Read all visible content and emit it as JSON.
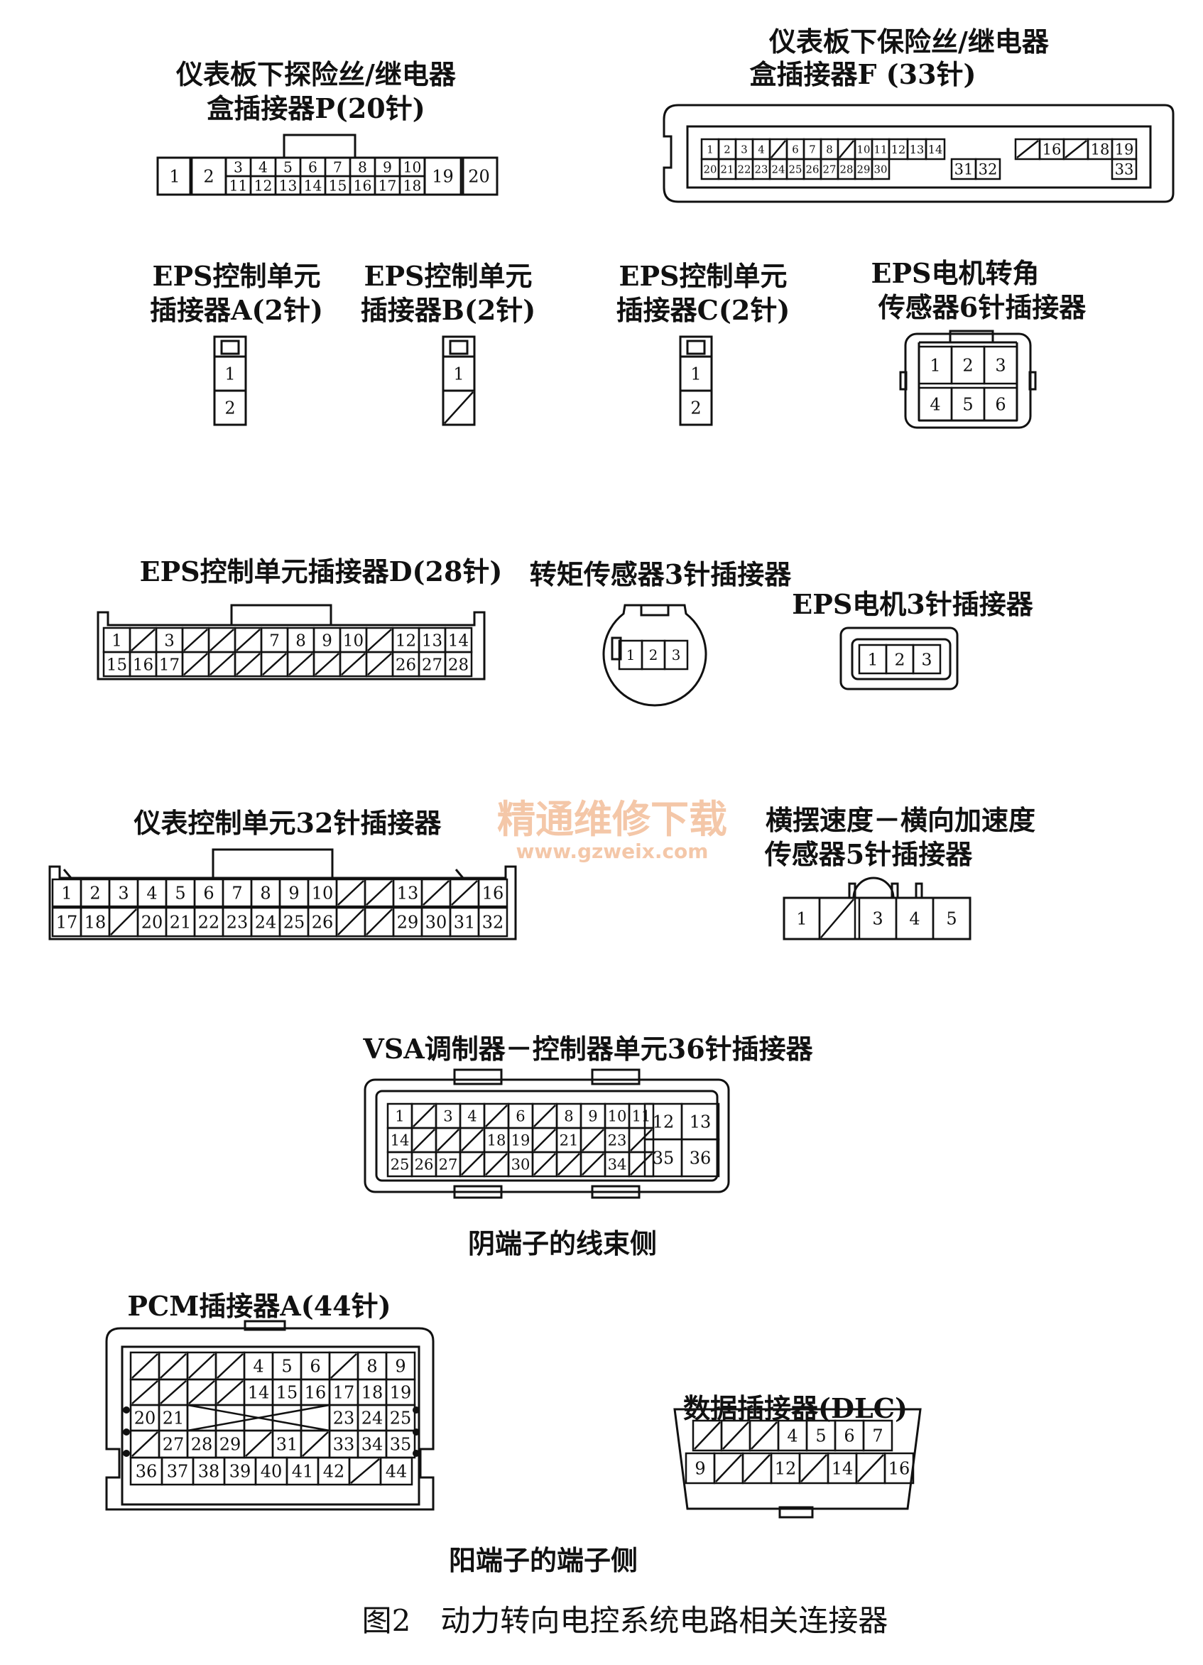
{
  "titles": {
    "p20": [
      "仪表板下探险丝/继电器",
      "盒插接器P(20针)"
    ],
    "f33": [
      "仪表板下保险丝/继电器",
      "盒插接器F (33针)"
    ],
    "epsA": [
      "EPS控制单元",
      "插接器A(2针)"
    ],
    "epsB": [
      "EPS控制单元",
      "插接器B(2针)"
    ],
    "epsC": [
      "EPS控制单元",
      "插接器C(2针)"
    ],
    "angle6": [
      "EPS电机转角",
      "传感器6针插接器"
    ],
    "epsD": "EPS控制单元插接器D(28针)",
    "torque3": "转矩传感器3针插接器",
    "motor3": "EPS电机3针插接器",
    "meter32": "仪表控制单元32针插接器",
    "yaw5": [
      "横摆速度－横向加速度",
      "传感器5针插接器"
    ],
    "vsa36": "VSA调制器－控制器单元36针插接器",
    "pcm44": "PCM插接器A(44针)",
    "dlc": "数据插接器(DLC)"
  },
  "side_labels": {
    "female": "阴端子的线束侧",
    "male": "阳端子的端子侧"
  },
  "caption": "图2　动力转向电控系统电路相关连接器",
  "watermark": {
    "cn": "精通维修下载",
    "url": "www.gzweix.com"
  },
  "connectors": {
    "p20_top": [
      "3",
      "4",
      "5",
      "6",
      "7",
      "8",
      "9",
      "10"
    ],
    "p20_bot": [
      "11",
      "12",
      "13",
      "14",
      "15",
      "16",
      "17",
      "18"
    ],
    "p20_side": [
      "1",
      "2",
      "19",
      "20"
    ],
    "f33_top": [
      "1",
      "2",
      "3",
      "4",
      "/",
      "6",
      "7",
      "8",
      "/",
      "10",
      "11",
      "12",
      "13",
      "14",
      "/",
      "16",
      "/",
      "18",
      "19"
    ],
    "f33_bot": [
      "20",
      "21",
      "22",
      "23",
      "24",
      "25",
      "26",
      "27",
      "28",
      "29",
      "30",
      "31",
      "32",
      "33"
    ],
    "epsA": [
      "1",
      "2"
    ],
    "epsB": [
      "1",
      "/"
    ],
    "epsC": [
      "1",
      "2"
    ],
    "angle6": [
      "1",
      "2",
      "3",
      "4",
      "5",
      "6"
    ],
    "epsD_top": [
      "1",
      "/",
      "3",
      "/",
      "/",
      "/",
      "7",
      "8",
      "9",
      "10",
      "/",
      "12",
      "13",
      "14"
    ],
    "epsD_bot": [
      "15",
      "16",
      "17",
      "/",
      "/",
      "/",
      "/",
      "/",
      "/",
      "/",
      "/",
      "26",
      "27",
      "28"
    ],
    "torque3": [
      "1",
      "2",
      "3"
    ],
    "motor3": [
      "1",
      "2",
      "3"
    ],
    "meter_top": [
      "1",
      "2",
      "3",
      "4",
      "5",
      "6",
      "7",
      "8",
      "9",
      "10",
      "/",
      "/",
      "13",
      "/",
      "/",
      "16"
    ],
    "meter_bot": [
      "17",
      "18",
      "/",
      "20",
      "21",
      "22",
      "23",
      "24",
      "25",
      "26",
      "/",
      "/",
      "29",
      "30",
      "31",
      "32"
    ],
    "yaw5": [
      "1",
      "/",
      "3",
      "4",
      "5"
    ],
    "vsa_r1": [
      "1",
      "/",
      "3",
      "4",
      "/",
      "6",
      "/",
      "8",
      "9",
      "10",
      "11"
    ],
    "vsa_r2": [
      "14",
      "/",
      "/",
      "/",
      "18",
      "19",
      "/",
      "21",
      "/",
      "23",
      "/"
    ],
    "vsa_r3": [
      "25",
      "26",
      "27",
      "/",
      "/",
      "30",
      "/",
      "/",
      "/",
      "34",
      "/"
    ],
    "vsa_right": [
      "12",
      "13",
      "35",
      "36"
    ],
    "pcm_r1": [
      "/",
      "/",
      "/",
      "/",
      "4",
      "5",
      "6",
      "/",
      "8",
      "9"
    ],
    "pcm_r2": [
      "/",
      "/",
      "/",
      "/",
      "14",
      "15",
      "16",
      "17",
      "18",
      "19"
    ],
    "pcm_r3": [
      "20",
      "21",
      "X",
      "X",
      "X",
      "X",
      "X",
      "23",
      "24",
      "25"
    ],
    "pcm_r4": [
      "/",
      "27",
      "28",
      "29",
      "/",
      "31",
      "/",
      "33",
      "34",
      "35"
    ],
    "pcm_r5": [
      "36",
      "37",
      "38",
      "39",
      "40",
      "41",
      "42",
      "/",
      "44"
    ],
    "dlc_top": [
      "/",
      "/",
      "/",
      "4",
      "5",
      "6",
      "7"
    ],
    "dlc_bot": [
      "9",
      "/",
      "/",
      "12",
      "/",
      "14",
      "/",
      "16"
    ]
  }
}
